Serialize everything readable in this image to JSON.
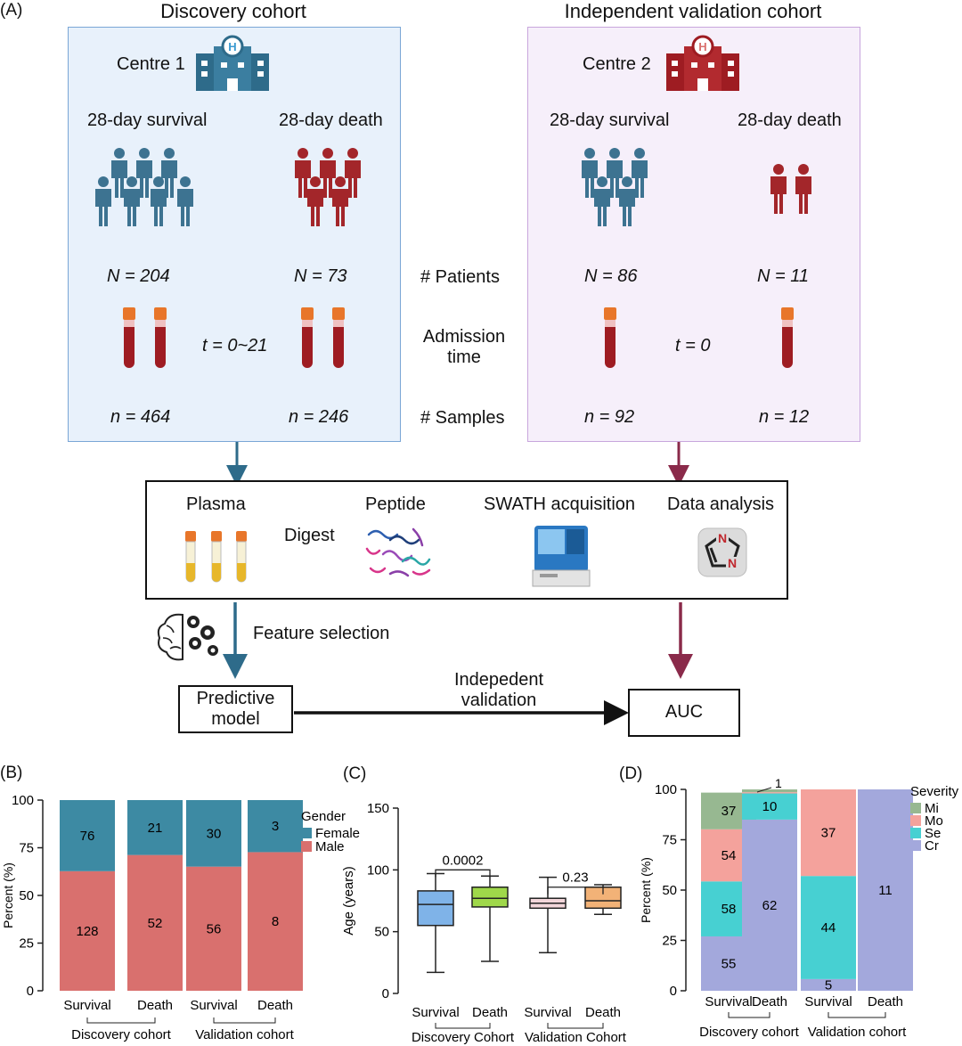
{
  "panel_a": {
    "label": "(A)",
    "discovery": {
      "title": "Discovery cohort",
      "centre": "Centre 1",
      "survival_label": "28-day survival",
      "death_label": "28-day death",
      "n_survival": "N = 204",
      "n_death": "N = 73",
      "t_label": "t = 0~21",
      "s_survival": "n = 464",
      "s_death": "n = 246",
      "color": "#2e6b8a",
      "box_bg": "#e8f1fb"
    },
    "validation": {
      "title": "Independent validation cohort",
      "centre": "Centre 2",
      "survival_label": "28-day survival",
      "death_label": "28-day death",
      "n_survival": "N = 86",
      "n_death": "N = 11",
      "t_label": "t = 0",
      "s_survival": "n = 92",
      "s_death": "n = 12",
      "color": "#9e1c22",
      "box_bg": "#f6effa"
    },
    "row_labels": {
      "patients": "# Patients",
      "admission_1": "Admission",
      "admission_2": "time",
      "samples": "# Samples"
    },
    "workflow": {
      "plasma": "Plasma",
      "digest": "Digest",
      "peptide": "Peptide",
      "swath": "SWATH acquisition",
      "analysis": "Data analysis",
      "feature_selection": "Feature selection",
      "model_1": "Predictive",
      "model_2": "model",
      "validation_1": "Indepedent",
      "validation_2": "validation",
      "auc": "AUC"
    }
  },
  "panel_b": {
    "label": "(B)",
    "chart_data": {
      "type": "bar",
      "stacked": true,
      "categories": [
        "Survival",
        "Death",
        "Survival",
        "Death"
      ],
      "groups": [
        "Discovery cohort",
        "Validation cohort"
      ],
      "ylabel": "Percent (%)",
      "ylim": [
        0,
        100
      ],
      "yticks": [
        "0",
        "25",
        "50",
        "75",
        "100"
      ],
      "legend_title": "Gender",
      "series": [
        {
          "name": "Male",
          "color": "#d9706e",
          "counts": [
            "128",
            "52",
            "56",
            "8"
          ],
          "percent": [
            62.7,
            71.2,
            65.1,
            72.7
          ]
        },
        {
          "name": "Female",
          "color": "#3d8aa3",
          "counts": [
            "76",
            "21",
            "30",
            "3"
          ],
          "percent": [
            37.3,
            28.8,
            34.9,
            27.3
          ]
        }
      ]
    }
  },
  "panel_c": {
    "label": "(C)",
    "chart_data": {
      "type": "box",
      "categories": [
        "Survival",
        "Death",
        "Survival",
        "Death"
      ],
      "groups": [
        "Discovery Cohort",
        "Validation Cohort"
      ],
      "ylabel": "Age (years)",
      "ylim": [
        0,
        150
      ],
      "yticks": [
        "0",
        "50",
        "100",
        "150"
      ],
      "boxes": [
        {
          "min": 17,
          "q1": 55,
          "median": 72,
          "q3": 83,
          "max": 97,
          "color": "#7fb3e8"
        },
        {
          "min": 26,
          "q1": 70,
          "median": 77,
          "q3": 86,
          "max": 95,
          "color": "#9fd84a"
        },
        {
          "min": 33,
          "q1": 69,
          "median": 73,
          "q3": 77,
          "max": 94,
          "color": "#f3d6da"
        },
        {
          "min": 64,
          "q1": 69,
          "median": 75,
          "q3": 86,
          "max": 88,
          "color": "#f2b277"
        }
      ],
      "comparisons": [
        {
          "label": "0.0002",
          "y": 100
        },
        {
          "label": "0.23",
          "y": 86
        }
      ]
    }
  },
  "panel_d": {
    "label": "(D)",
    "chart_data": {
      "type": "bar",
      "stacked": true,
      "categories": [
        "Survival",
        "Death",
        "Survival",
        "Death"
      ],
      "groups": [
        "Discovery cohort",
        "Validation cohort"
      ],
      "ylabel": "Percent (%)",
      "ylim": [
        0,
        100
      ],
      "yticks": [
        "0",
        "25",
        "50",
        "75",
        "100"
      ],
      "legend_title": "Severity",
      "series": [
        {
          "name": "Cr",
          "color": "#a3a8dc",
          "counts": [
            "55",
            "62",
            "5",
            "11"
          ],
          "percent": [
            27.0,
            85.0,
            5.8,
            100
          ]
        },
        {
          "name": "Se",
          "color": "#47d0d2",
          "counts": [
            "58",
            "10",
            "44",
            ""
          ],
          "percent": [
            27.3,
            13.0,
            51.2,
            0
          ]
        },
        {
          "name": "Mo",
          "color": "#f4a29c",
          "counts": [
            "54",
            "",
            "37",
            ""
          ],
          "percent": [
            25.9,
            0.6,
            43.0,
            0
          ]
        },
        {
          "name": "Mi",
          "color": "#97b891",
          "counts": [
            "37",
            "1",
            "",
            ""
          ],
          "percent": [
            18.2,
            1.4,
            0,
            0
          ]
        }
      ],
      "annotation": "1"
    }
  }
}
